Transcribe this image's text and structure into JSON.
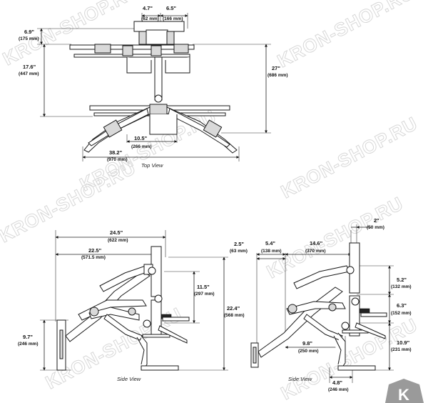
{
  "captions": {
    "top_view": "Top View",
    "side_view": "Side View"
  },
  "watermark": {
    "text": "KRON-SHOP.RU",
    "logo_letter": "K"
  },
  "top_dims": {
    "d_4_7": {
      "in": "4.7\"",
      "mm": "(62 mm)"
    },
    "d_6_5": {
      "in": "6.5\"",
      "mm": "(166 mm)"
    },
    "d_6_9": {
      "in": "6.9\"",
      "mm": "(175 mm)"
    },
    "d_17_6": {
      "in": "17.6\"",
      "mm": "(447 mm)"
    },
    "d_27": {
      "in": "27\"",
      "mm": "(686 mm)"
    },
    "d_10_5": {
      "in": "10.5\"",
      "mm": "(266 mm)"
    },
    "d_38_2": {
      "in": "38.2\"",
      "mm": "(970 mm)"
    }
  },
  "side_left_dims": {
    "d_24_5": {
      "in": "24.5\"",
      "mm": "(622 mm)"
    },
    "d_22_5": {
      "in": "22.5\"",
      "mm": "(571.5 mm)"
    },
    "d_11_5": {
      "in": "11.5\"",
      "mm": "(297 mm)"
    },
    "d_22_4": {
      "in": "22.4\"",
      "mm": "(568 mm)"
    },
    "d_9_7": {
      "in": "9.7\"",
      "mm": "(246 mm)"
    }
  },
  "side_right_dims": {
    "d_2_5": {
      "in": "2.5\"",
      "mm": "(63 mm)"
    },
    "d_5_4": {
      "in": "5.4\"",
      "mm": "(138 mm)"
    },
    "d_14_6": {
      "in": "14.6\"",
      "mm": "(370 mm)"
    },
    "d_2": {
      "in": "2\"",
      "mm": "(50 mm)"
    },
    "d_5_2": {
      "in": "5.2\"",
      "mm": "(132 mm)"
    },
    "d_6_3": {
      "in": "6.3\"",
      "mm": "(152 mm)"
    },
    "d_10_9": {
      "in": "10.9\"",
      "mm": "(231 mm)"
    },
    "d_9_8": {
      "in": "9.8\"",
      "mm": "(250 mm)"
    },
    "d_4_8": {
      "in": "4.8\"",
      "mm": "(246 mm)"
    }
  }
}
